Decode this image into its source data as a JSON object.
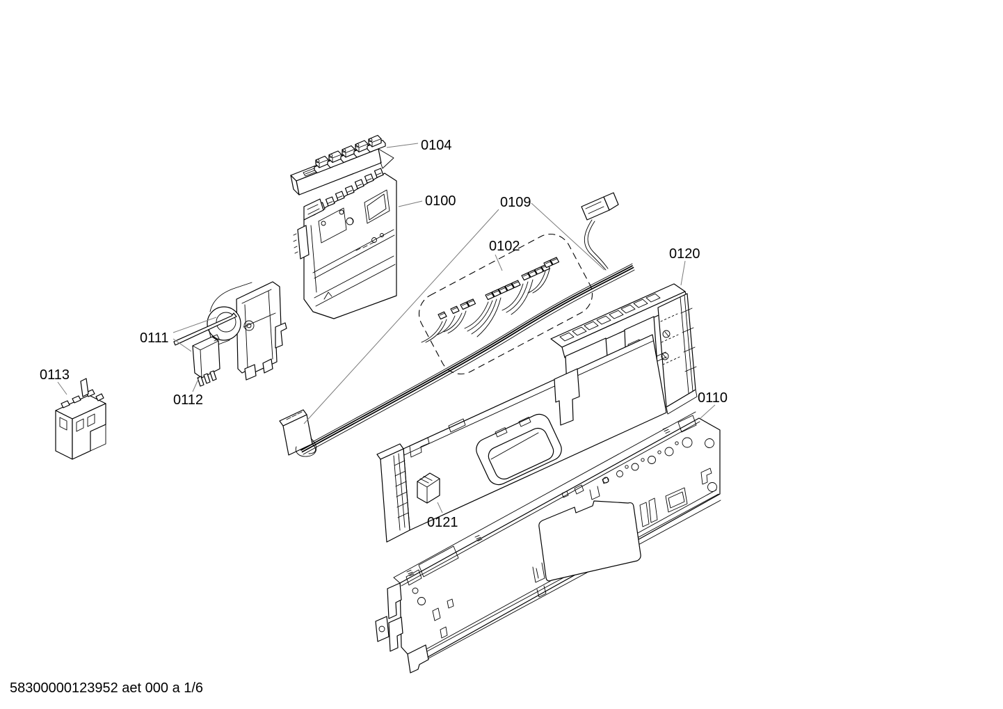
{
  "document": {
    "type": "exploded-parts-diagram",
    "footer_code": "58300000123952 aet 000 a 1/6",
    "colors": {
      "background": "#ffffff",
      "line": "#000000",
      "leader": "#7a7a7a",
      "label": "#000000"
    },
    "part_labels": {
      "p0100": "0100",
      "p0102": "0102",
      "p0104": "0104",
      "p0109": "0109",
      "p0110": "0110",
      "p0111": "0111",
      "p0112": "0112",
      "p0113": "0113",
      "p0120": "0120",
      "p0121": "0121"
    },
    "parts": [
      {
        "ref": "0104",
        "drawing": "button-strip"
      },
      {
        "ref": "0100",
        "drawing": "control-module"
      },
      {
        "ref": "0102",
        "drawing": "connector-set"
      },
      {
        "ref": "0109",
        "drawing": "ribbon-cable-harness"
      },
      {
        "ref": "0111",
        "drawing": "latch-assembly"
      },
      {
        "ref": "0112",
        "drawing": "micro-switch"
      },
      {
        "ref": "0113",
        "drawing": "power-switch"
      },
      {
        "ref": "0120",
        "drawing": "panel-frame"
      },
      {
        "ref": "0121",
        "drawing": "push-button"
      },
      {
        "ref": "0110",
        "drawing": "control-panel-base"
      }
    ]
  }
}
